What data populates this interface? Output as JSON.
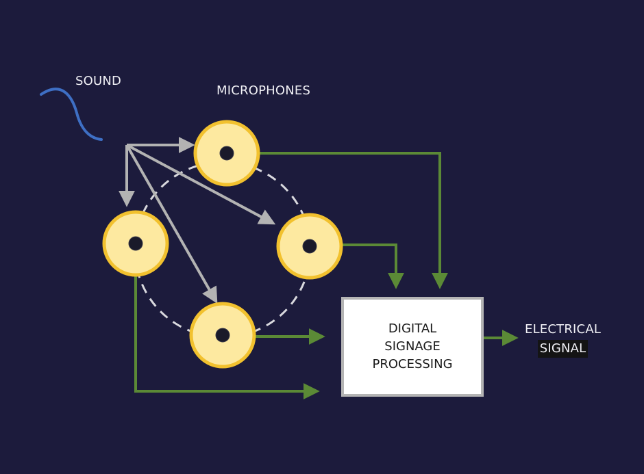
{
  "colors": {
    "background": "#1c1b3c",
    "label_text": "#f0f0f5",
    "sound_wave": "#3e6fc4",
    "gray_arrow": "#b3b3b3",
    "green_line": "#5b8a36",
    "mic_fill": "#fde9a0",
    "mic_ring": "#f2c12e",
    "mic_center": "#1a1a2a",
    "dashed_circle": "#d9d9de",
    "box_text": "#1a1a1a",
    "signal_highlight": "#141414"
  },
  "labels": {
    "sound": "SOUND",
    "microphones": "MICROPHONES",
    "processing": [
      "DIGITAL",
      "SIGNAGE",
      "PROCESSING"
    ],
    "output": [
      "ELECTRICAL",
      "SIGNAL"
    ]
  },
  "icons": {
    "microphone": "microphone-disc-icon",
    "sound": "sound-wave-icon"
  }
}
